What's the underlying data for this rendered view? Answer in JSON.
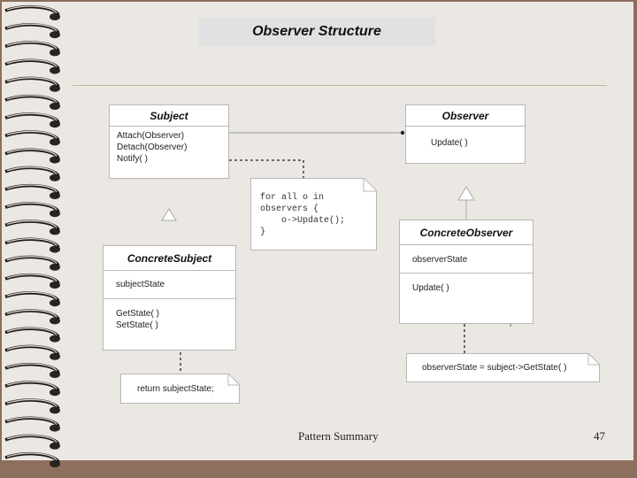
{
  "slide": {
    "title": "Observer Structure",
    "footer_text": "Pattern Summary",
    "page_number": "47"
  },
  "subject": {
    "name": "Subject",
    "operations": [
      "Attach(Observer)",
      "Detach(Observer)",
      "Notify( )"
    ]
  },
  "observer": {
    "name": "Observer",
    "operations": [
      "Update( )"
    ]
  },
  "concrete_subject": {
    "name": "ConcreteSubject",
    "attributes": [
      "subjectState"
    ],
    "operations": [
      "GetState( )",
      "SetState( )"
    ]
  },
  "concrete_observer": {
    "name": "ConcreteObserver",
    "attributes": [
      "observerState"
    ],
    "operations": [
      "Update( )"
    ]
  },
  "notes": {
    "notify_code": [
      "for all o in",
      "observers {",
      "    o->Update();",
      "}"
    ],
    "getstate_code": "return subjectState;",
    "update_code": "observerState = subject->GetState( )"
  }
}
